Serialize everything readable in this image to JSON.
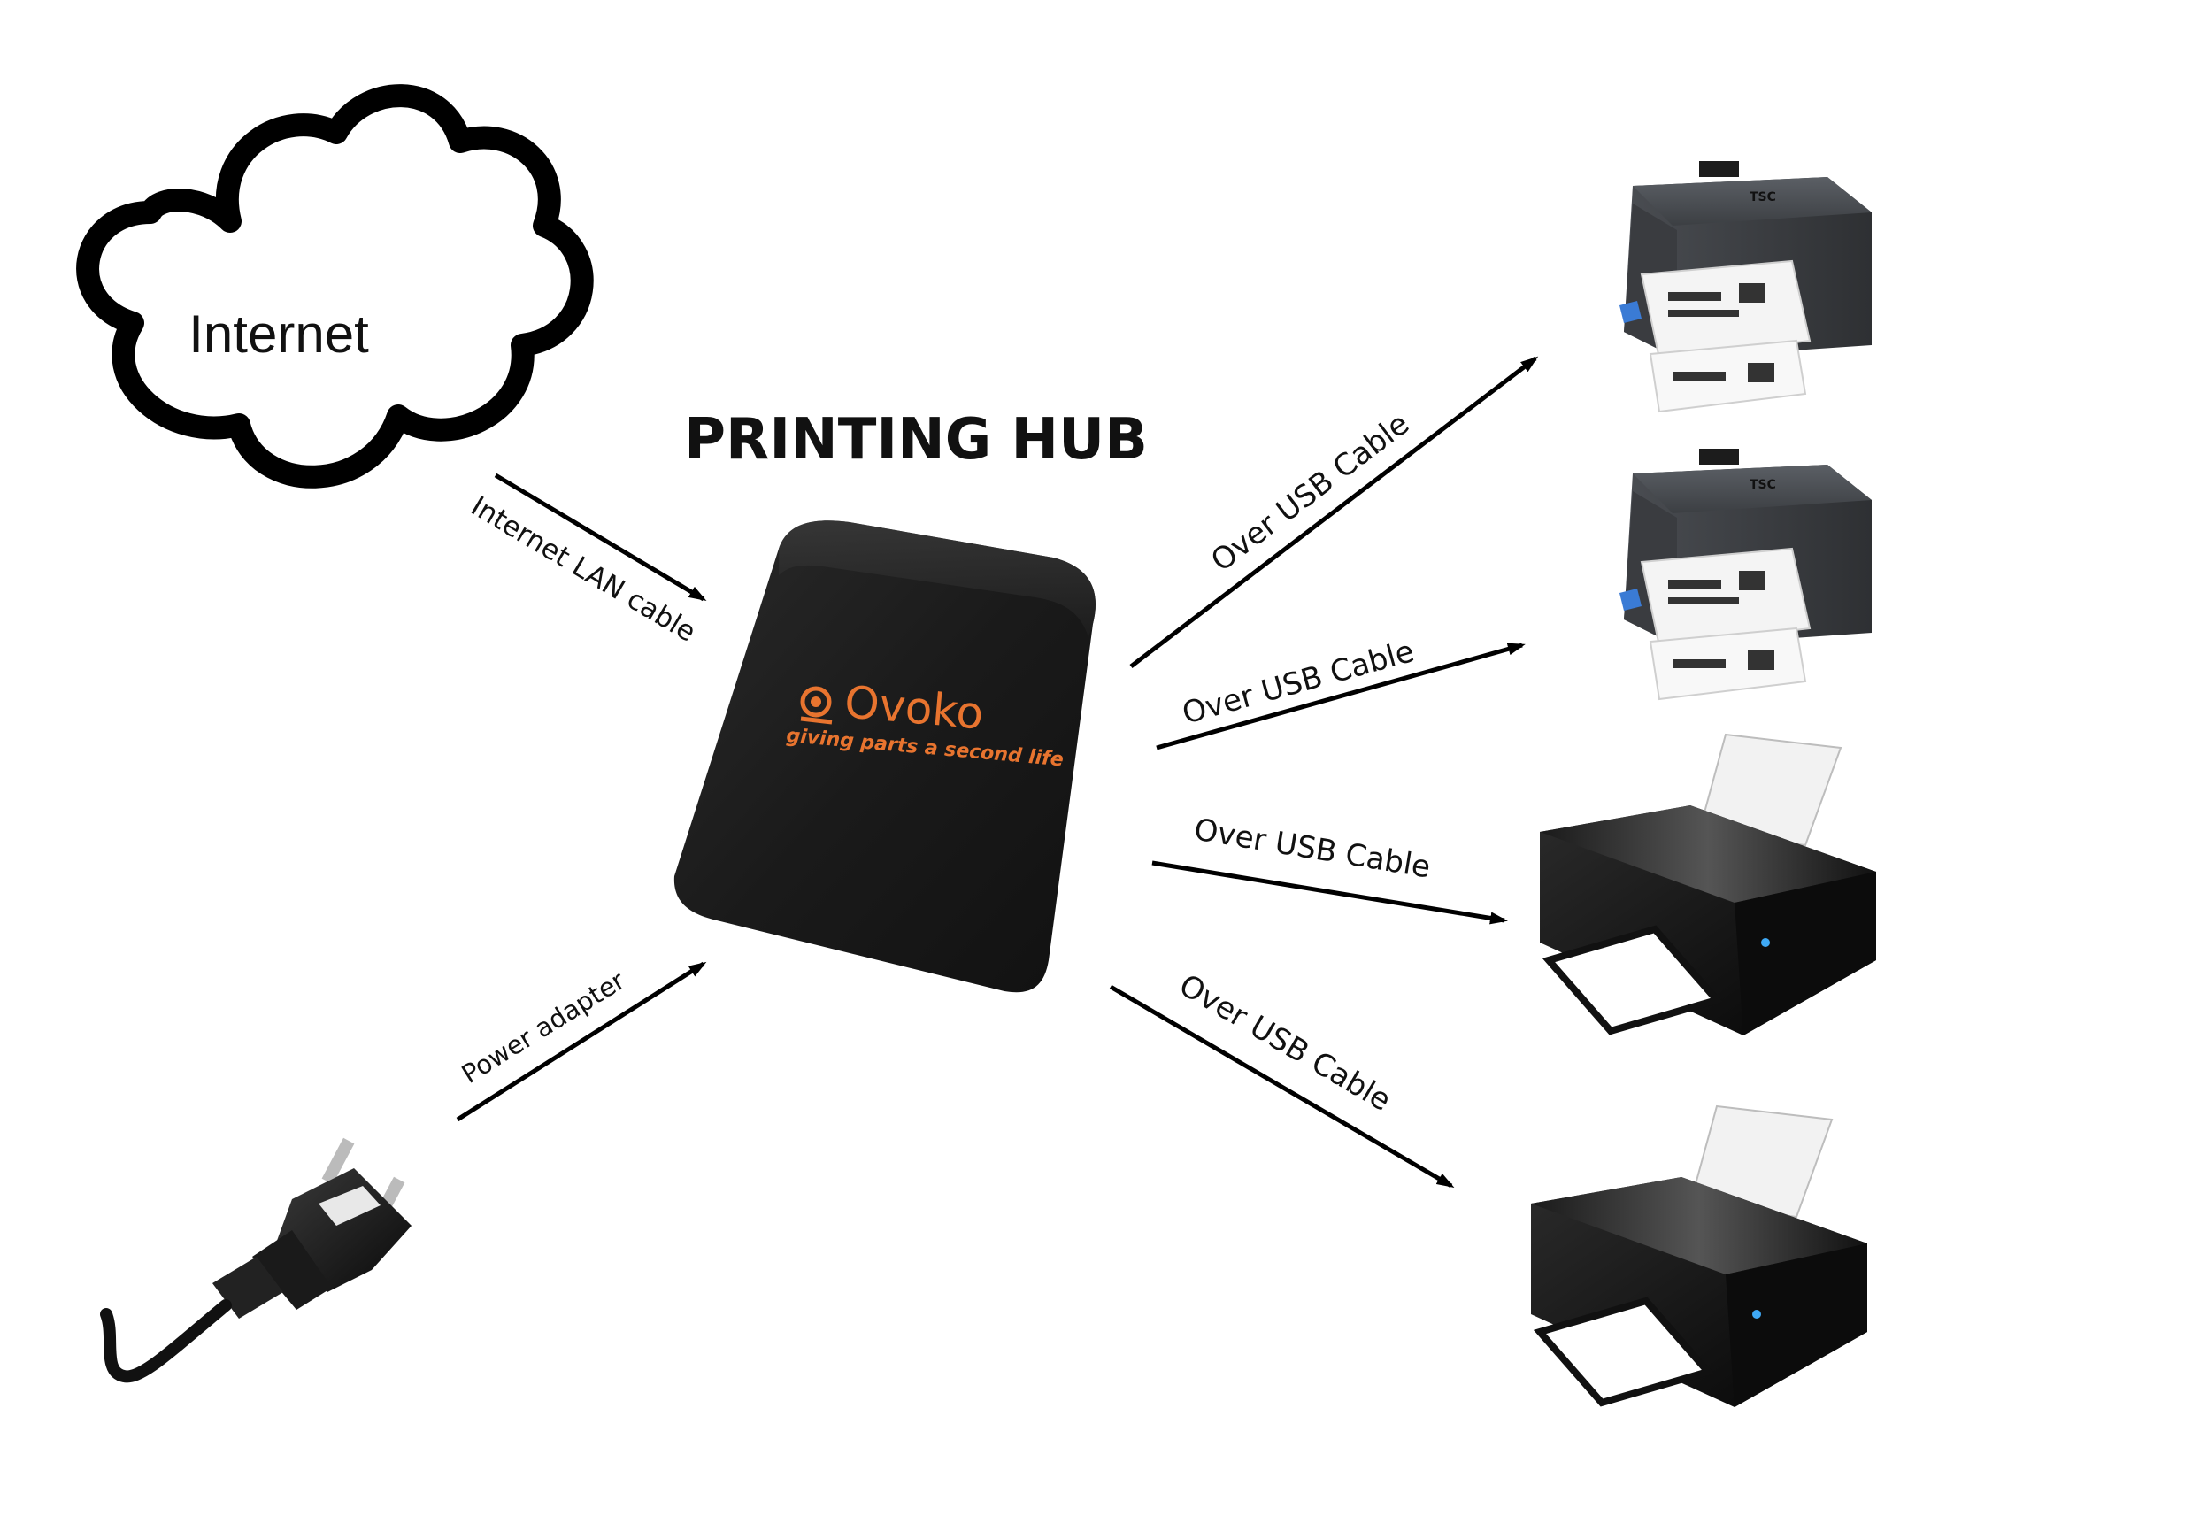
{
  "title": "PRINTING HUB",
  "internet": {
    "label": "Internet"
  },
  "connections": {
    "lan": "Internet LAN cable",
    "power": "Power adapter",
    "usb1": "Over USB Cable",
    "usb2": "Over USB Cable",
    "usb3": "Over USB Cable",
    "usb4": "Over USB Cable"
  },
  "device": {
    "brand": "Ovoko",
    "tagline": "giving parts a second life",
    "brand_color": "#e8742f"
  },
  "label_printer": {
    "logo": "TSC"
  }
}
